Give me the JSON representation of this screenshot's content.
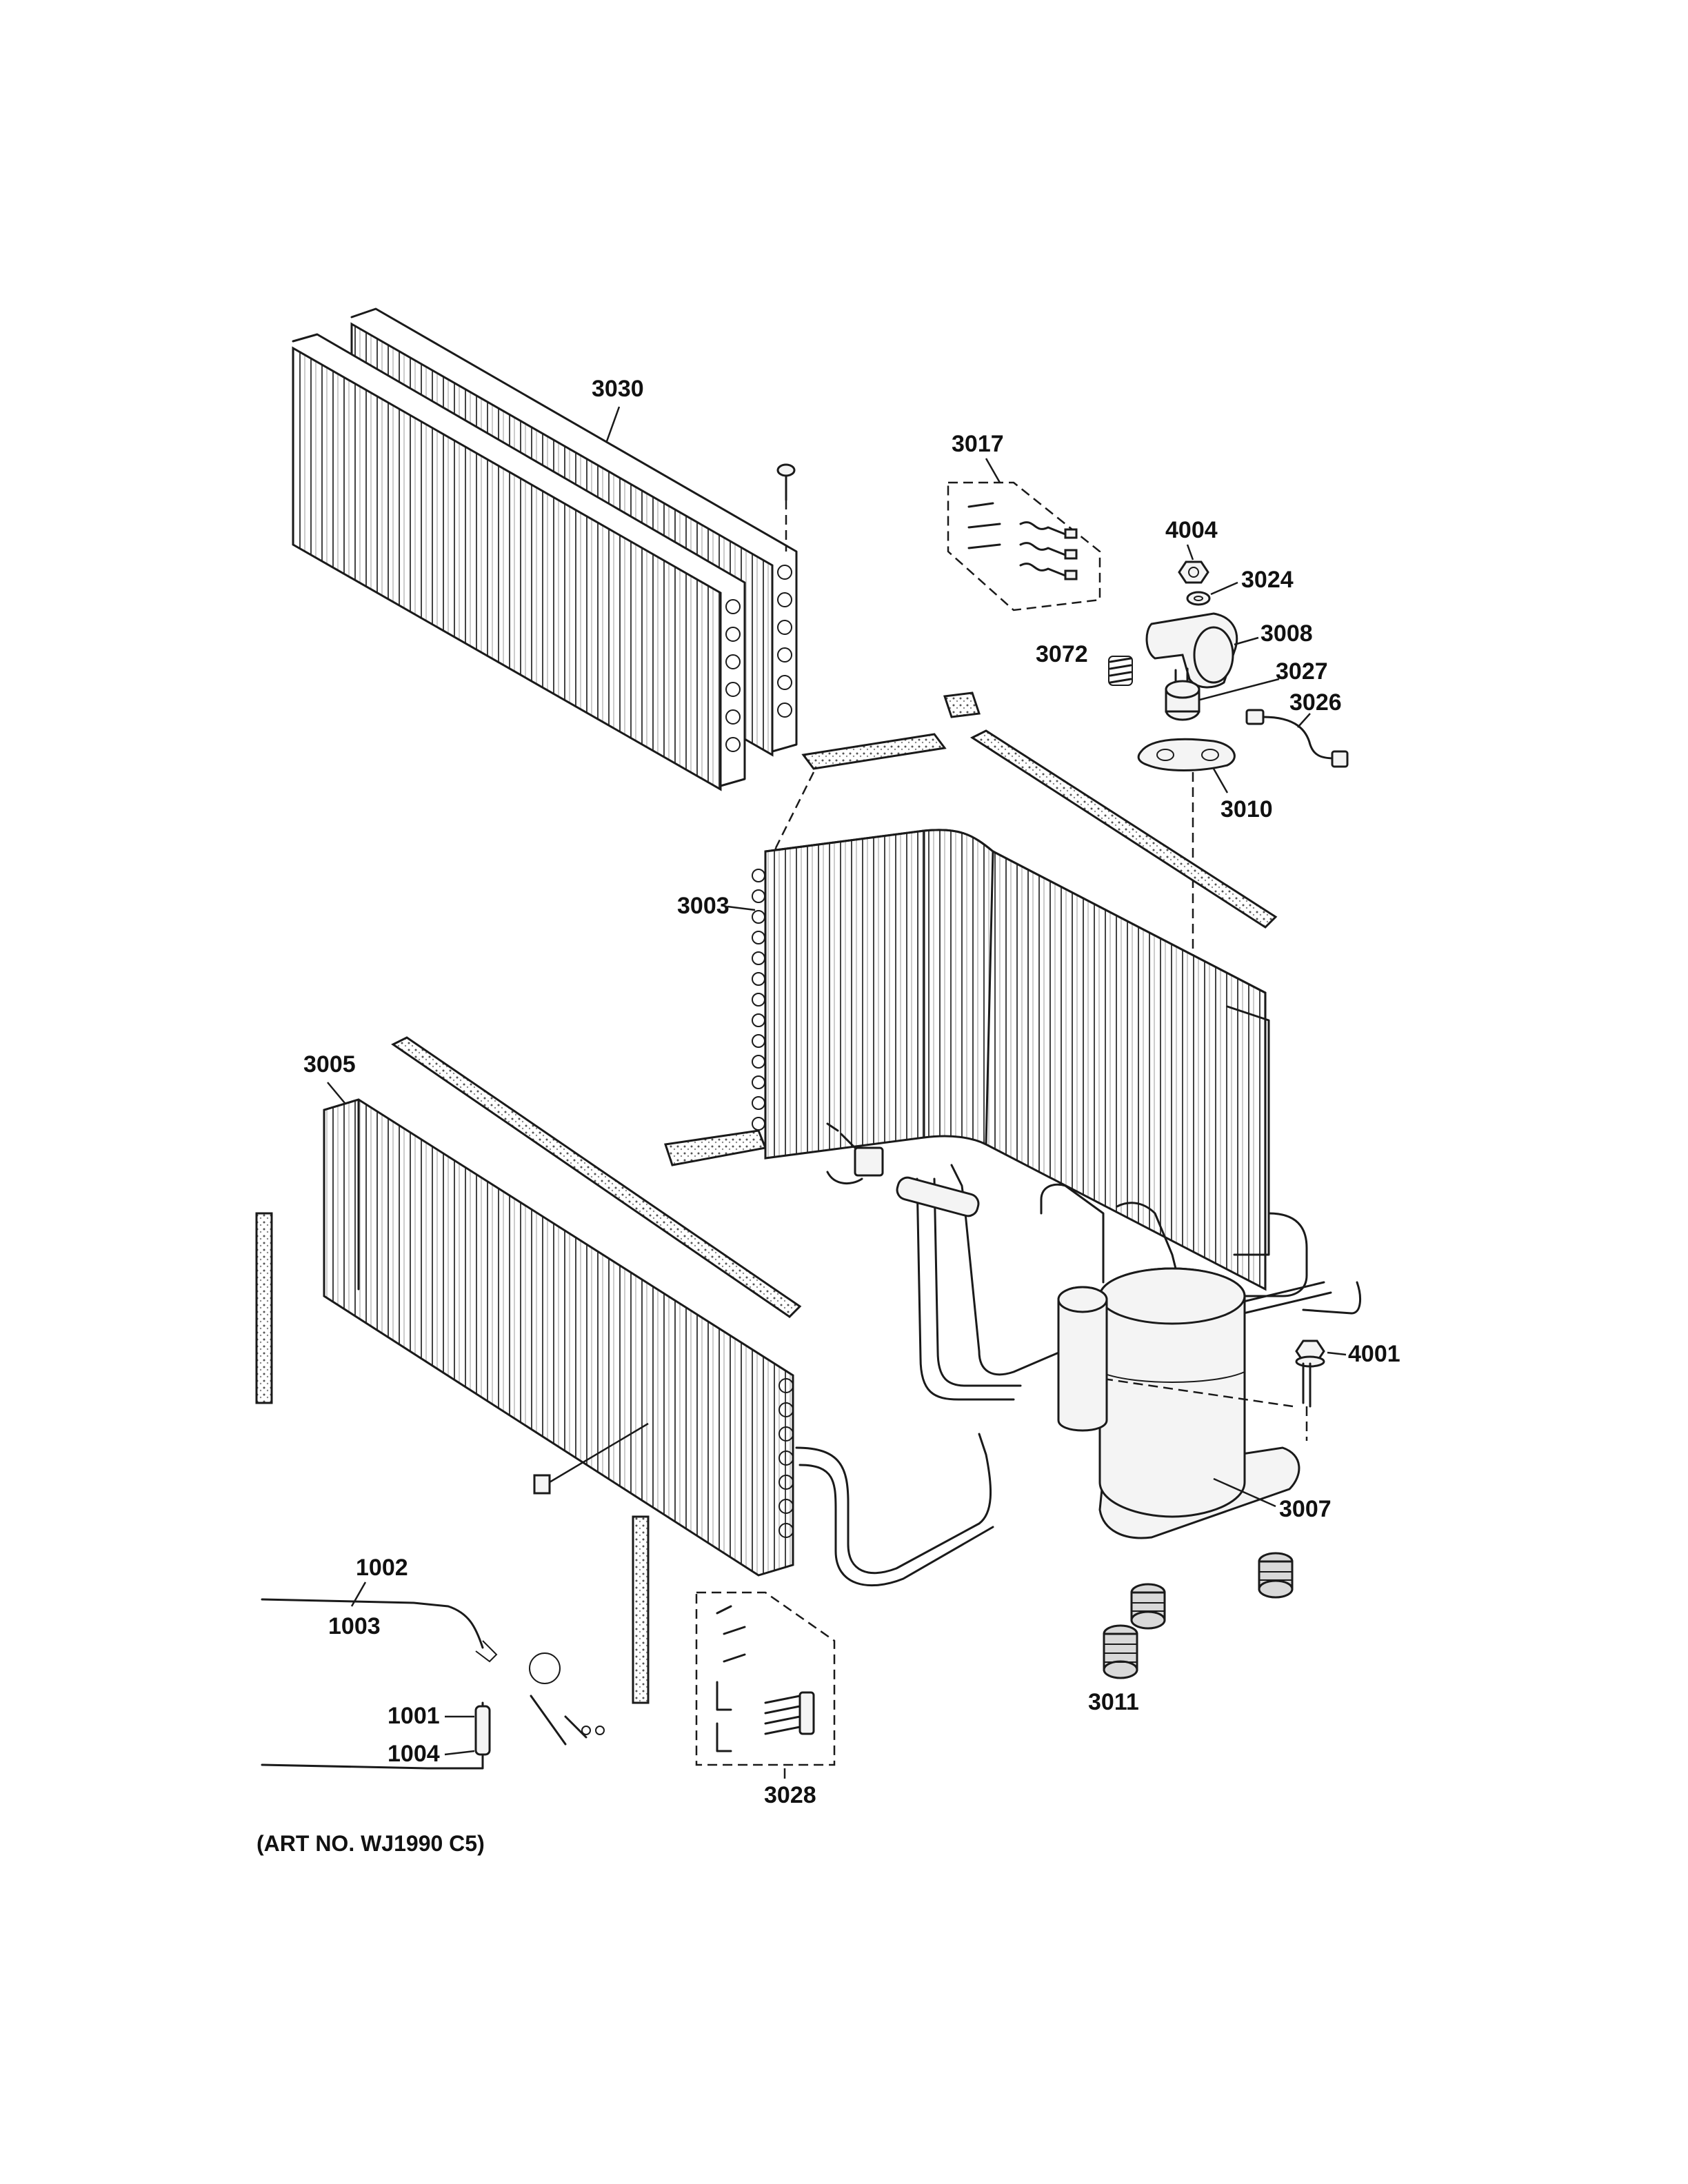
{
  "diagram": {
    "caption": "(ART NO. WJ1990 C5)",
    "callouts": {
      "c3030": "3030",
      "c3017": "3017",
      "c4004": "4004",
      "c3024": "3024",
      "c3008": "3008",
      "c3072": "3072",
      "c3027": "3027",
      "c3026": "3026",
      "c3010": "3010",
      "c3003": "3003",
      "c3005": "3005",
      "c4001": "4001",
      "c3007": "3007",
      "c1002": "1002",
      "c1003": "1003",
      "c3011": "3011",
      "c1001": "1001",
      "c1004": "1004",
      "c3028": "3028"
    }
  }
}
